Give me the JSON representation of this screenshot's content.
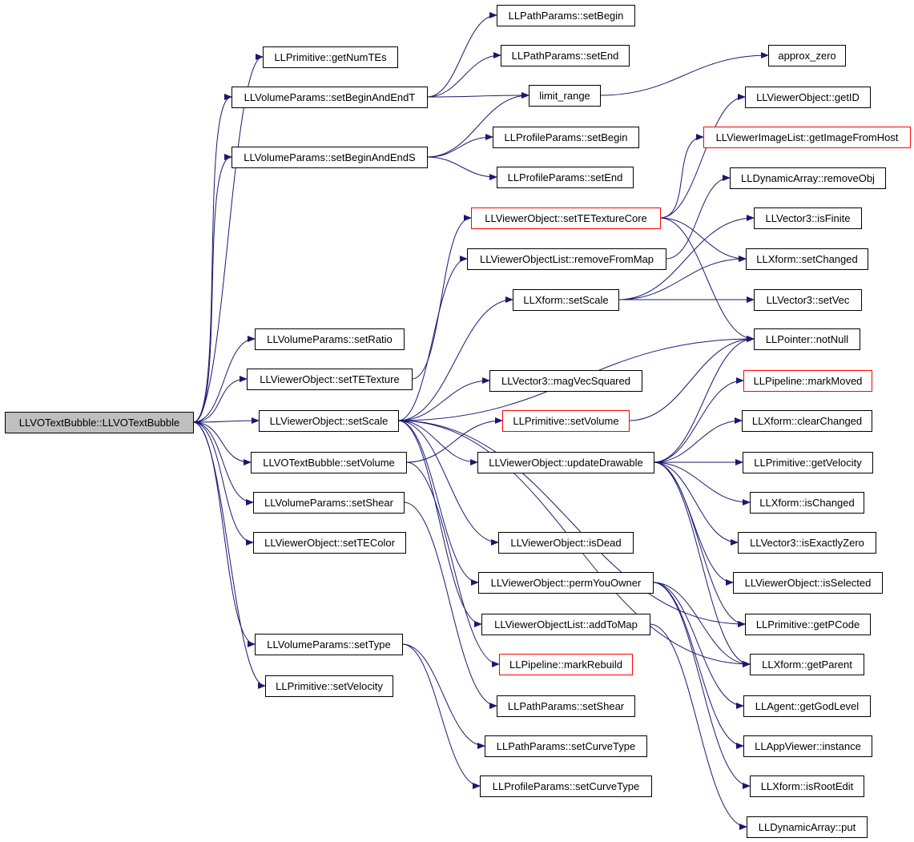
{
  "graph": {
    "colors": {
      "edge": "#191970",
      "root_fill": "#bfbfbf",
      "highlight_border": "#ff0000",
      "node_border": "#000000"
    },
    "root": "LLVOTextBubble::LLVOTextBubble",
    "nodes": [
      {
        "id": "root",
        "label": "LLVOTextBubble::LLVOTextBubble",
        "root": true
      },
      {
        "id": "getNumTEs",
        "label": "LLPrimitive::getNumTEs"
      },
      {
        "id": "setBeginAndEndT",
        "label": "LLVolumeParams::setBeginAndEndT"
      },
      {
        "id": "setBeginAndEndS",
        "label": "LLVolumeParams::setBeginAndEndS"
      },
      {
        "id": "setRatio",
        "label": "LLVolumeParams::setRatio"
      },
      {
        "id": "setTETexture",
        "label": "LLViewerObject::setTETexture"
      },
      {
        "id": "setScaleVO",
        "label": "LLViewerObject::setScale"
      },
      {
        "id": "setVolumeTB",
        "label": "LLVOTextBubble::setVolume"
      },
      {
        "id": "setShearVP",
        "label": "LLVolumeParams::setShear"
      },
      {
        "id": "setTEColor",
        "label": "LLViewerObject::setTEColor"
      },
      {
        "id": "setType",
        "label": "LLVolumeParams::setType"
      },
      {
        "id": "setVelocity",
        "label": "LLPrimitive::setVelocity"
      },
      {
        "id": "pathSetBegin",
        "label": "LLPathParams::setBegin"
      },
      {
        "id": "pathSetEnd",
        "label": "LLPathParams::setEnd"
      },
      {
        "id": "limitRange",
        "label": "limit_range"
      },
      {
        "id": "profSetBegin",
        "label": "LLProfileParams::setBegin"
      },
      {
        "id": "profSetEnd",
        "label": "LLProfileParams::setEnd"
      },
      {
        "id": "setTETextureCore",
        "label": "LLViewerObject::setTETextureCore",
        "red": true
      },
      {
        "id": "removeFromMap",
        "label": "LLViewerObjectList::removeFromMap"
      },
      {
        "id": "xformSetScale",
        "label": "LLXform::setScale"
      },
      {
        "id": "magVecSquared",
        "label": "LLVector3::magVecSquared"
      },
      {
        "id": "primSetVolume",
        "label": "LLPrimitive::setVolume",
        "red": true
      },
      {
        "id": "updateDrawable",
        "label": "LLViewerObject::updateDrawable"
      },
      {
        "id": "isDead",
        "label": "LLViewerObject::isDead"
      },
      {
        "id": "permYouOwner",
        "label": "LLViewerObject::permYouOwner"
      },
      {
        "id": "addToMap",
        "label": "LLViewerObjectList::addToMap"
      },
      {
        "id": "markRebuild",
        "label": "LLPipeline::markRebuild",
        "red": true
      },
      {
        "id": "pathSetShear",
        "label": "LLPathParams::setShear"
      },
      {
        "id": "pathSetCurveType",
        "label": "LLPathParams::setCurveType"
      },
      {
        "id": "profSetCurveType",
        "label": "LLProfileParams::setCurveType"
      },
      {
        "id": "approxZero",
        "label": "approx_zero"
      },
      {
        "id": "getID",
        "label": "LLViewerObject::getID"
      },
      {
        "id": "getImageFromHost",
        "label": "LLViewerImageList::getImageFromHost",
        "red": true
      },
      {
        "id": "removeObj",
        "label": "LLDynamicArray::removeObj"
      },
      {
        "id": "isFinite",
        "label": "LLVector3::isFinite"
      },
      {
        "id": "setChanged",
        "label": "LLXform::setChanged"
      },
      {
        "id": "setVec",
        "label": "LLVector3::setVec"
      },
      {
        "id": "notNull",
        "label": "LLPointer::notNull"
      },
      {
        "id": "markMoved",
        "label": "LLPipeline::markMoved",
        "red": true
      },
      {
        "id": "clearChanged",
        "label": "LLXform::clearChanged"
      },
      {
        "id": "getVelocity",
        "label": "LLPrimitive::getVelocity"
      },
      {
        "id": "isChanged",
        "label": "LLXform::isChanged"
      },
      {
        "id": "isExactlyZero",
        "label": "LLVector3::isExactlyZero"
      },
      {
        "id": "isSelected",
        "label": "LLViewerObject::isSelected"
      },
      {
        "id": "getPCode",
        "label": "LLPrimitive::getPCode"
      },
      {
        "id": "getParent",
        "label": "LLXform::getParent"
      },
      {
        "id": "getGodLevel",
        "label": "LLAgent::getGodLevel"
      },
      {
        "id": "instance",
        "label": "LLAppViewer::instance"
      },
      {
        "id": "isRootEdit",
        "label": "LLXform::isRootEdit"
      },
      {
        "id": "put",
        "label": "LLDynamicArray::put"
      }
    ],
    "edges": [
      [
        "root",
        "getNumTEs"
      ],
      [
        "root",
        "setBeginAndEndT"
      ],
      [
        "root",
        "setBeginAndEndS"
      ],
      [
        "root",
        "setRatio"
      ],
      [
        "root",
        "setTETexture"
      ],
      [
        "root",
        "setScaleVO"
      ],
      [
        "root",
        "setVolumeTB"
      ],
      [
        "root",
        "setShearVP"
      ],
      [
        "root",
        "setTEColor"
      ],
      [
        "root",
        "setType"
      ],
      [
        "root",
        "setVelocity"
      ],
      [
        "setBeginAndEndT",
        "pathSetBegin"
      ],
      [
        "setBeginAndEndT",
        "pathSetEnd"
      ],
      [
        "setBeginAndEndT",
        "limitRange"
      ],
      [
        "setBeginAndEndS",
        "limitRange"
      ],
      [
        "setBeginAndEndS",
        "profSetBegin"
      ],
      [
        "setBeginAndEndS",
        "profSetEnd"
      ],
      [
        "limitRange",
        "approxZero"
      ],
      [
        "setTETexture",
        "setTETextureCore"
      ],
      [
        "setTETextureCore",
        "getID"
      ],
      [
        "setTETextureCore",
        "getImageFromHost"
      ],
      [
        "setTETextureCore",
        "setChanged"
      ],
      [
        "setTETextureCore",
        "notNull"
      ],
      [
        "setScaleVO",
        "removeFromMap"
      ],
      [
        "setScaleVO",
        "xformSetScale"
      ],
      [
        "setScaleVO",
        "notNull"
      ],
      [
        "setScaleVO",
        "magVecSquared"
      ],
      [
        "setScaleVO",
        "updateDrawable"
      ],
      [
        "setScaleVO",
        "isDead"
      ],
      [
        "setScaleVO",
        "permYouOwner"
      ],
      [
        "setScaleVO",
        "addToMap"
      ],
      [
        "setScaleVO",
        "getPCode"
      ],
      [
        "setScaleVO",
        "getParent"
      ],
      [
        "removeFromMap",
        "removeObj"
      ],
      [
        "xformSetScale",
        "isFinite"
      ],
      [
        "xformSetScale",
        "setChanged"
      ],
      [
        "xformSetScale",
        "setVec"
      ],
      [
        "setVolumeTB",
        "primSetVolume"
      ],
      [
        "setVolumeTB",
        "markRebuild"
      ],
      [
        "primSetVolume",
        "notNull"
      ],
      [
        "updateDrawable",
        "notNull"
      ],
      [
        "updateDrawable",
        "markMoved"
      ],
      [
        "updateDrawable",
        "clearChanged"
      ],
      [
        "updateDrawable",
        "getVelocity"
      ],
      [
        "updateDrawable",
        "isChanged"
      ],
      [
        "updateDrawable",
        "isExactlyZero"
      ],
      [
        "updateDrawable",
        "isSelected"
      ],
      [
        "updateDrawable",
        "getPCode"
      ],
      [
        "updateDrawable",
        "getParent"
      ],
      [
        "permYouOwner",
        "getGodLevel"
      ],
      [
        "permYouOwner",
        "instance"
      ],
      [
        "permYouOwner",
        "isRootEdit"
      ],
      [
        "permYouOwner",
        "getParent"
      ],
      [
        "addToMap",
        "put"
      ],
      [
        "setShearVP",
        "pathSetShear"
      ],
      [
        "setType",
        "pathSetCurveType"
      ],
      [
        "setType",
        "profSetCurveType"
      ]
    ]
  }
}
